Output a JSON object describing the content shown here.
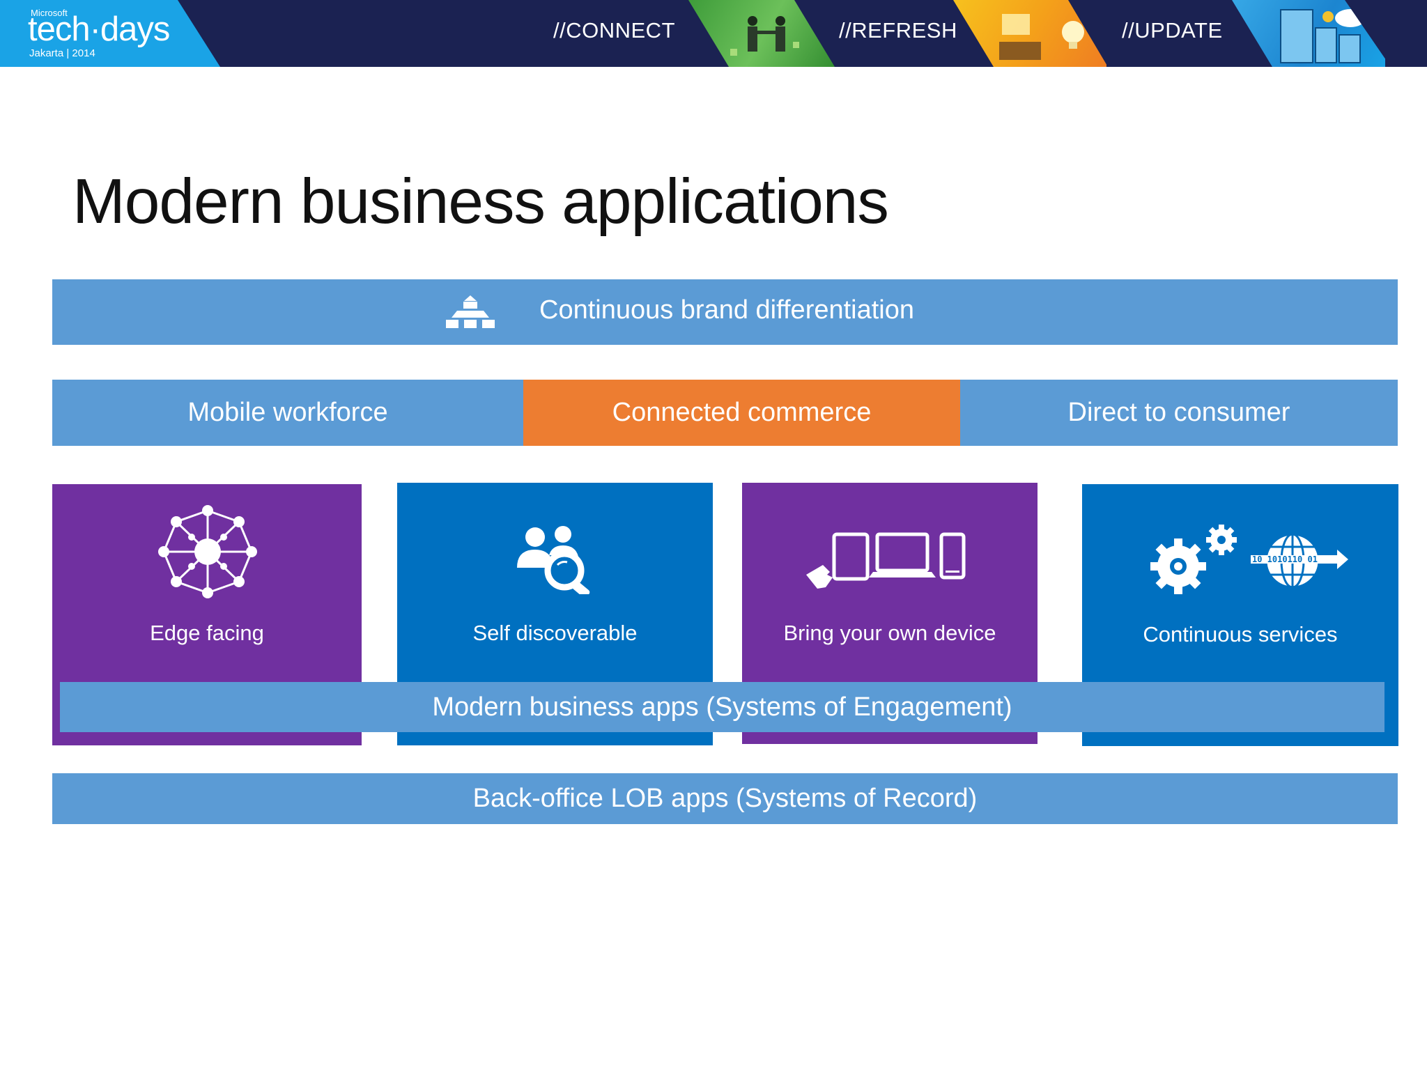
{
  "header": {
    "logo": {
      "brand": "Microsoft",
      "name": "tech·days",
      "subtitle": "Jakarta | 2014"
    },
    "nav": [
      "//CONNECT",
      "//REFRESH",
      "//UPDATE"
    ]
  },
  "slide": {
    "title": "Modern business applications",
    "brand_bar": {
      "label": "Continuous brand differentiation",
      "icon": "hierarchy-icon"
    },
    "pillars": [
      {
        "label": "Mobile workforce",
        "color": "#5b9bd5"
      },
      {
        "label": "Connected commerce",
        "color": "#ed7d31"
      },
      {
        "label": "Direct to consumer",
        "color": "#5b9bd5"
      }
    ],
    "tiles": [
      {
        "label": "Edge facing",
        "icon": "network-hub-icon",
        "color": "#7030a0"
      },
      {
        "label": "Self discoverable",
        "icon": "people-search-icon",
        "color": "#0070c0"
      },
      {
        "label": "Bring your own device",
        "icon": "devices-icon",
        "color": "#7030a0"
      },
      {
        "label": "Continuous services",
        "icon": "gears-globe-icon",
        "color": "#0070c0"
      }
    ],
    "engagement_bar": "Modern business apps (Systems of Engagement)",
    "record_bar": "Back-office LOB apps (Systems of Record)"
  },
  "colors": {
    "banner": "#1b2252",
    "accent_blue": "#1aa3e6",
    "bar_blue": "#5b9bd5",
    "orange": "#ed7d31",
    "purple": "#7030a0",
    "blue": "#0070c0"
  }
}
